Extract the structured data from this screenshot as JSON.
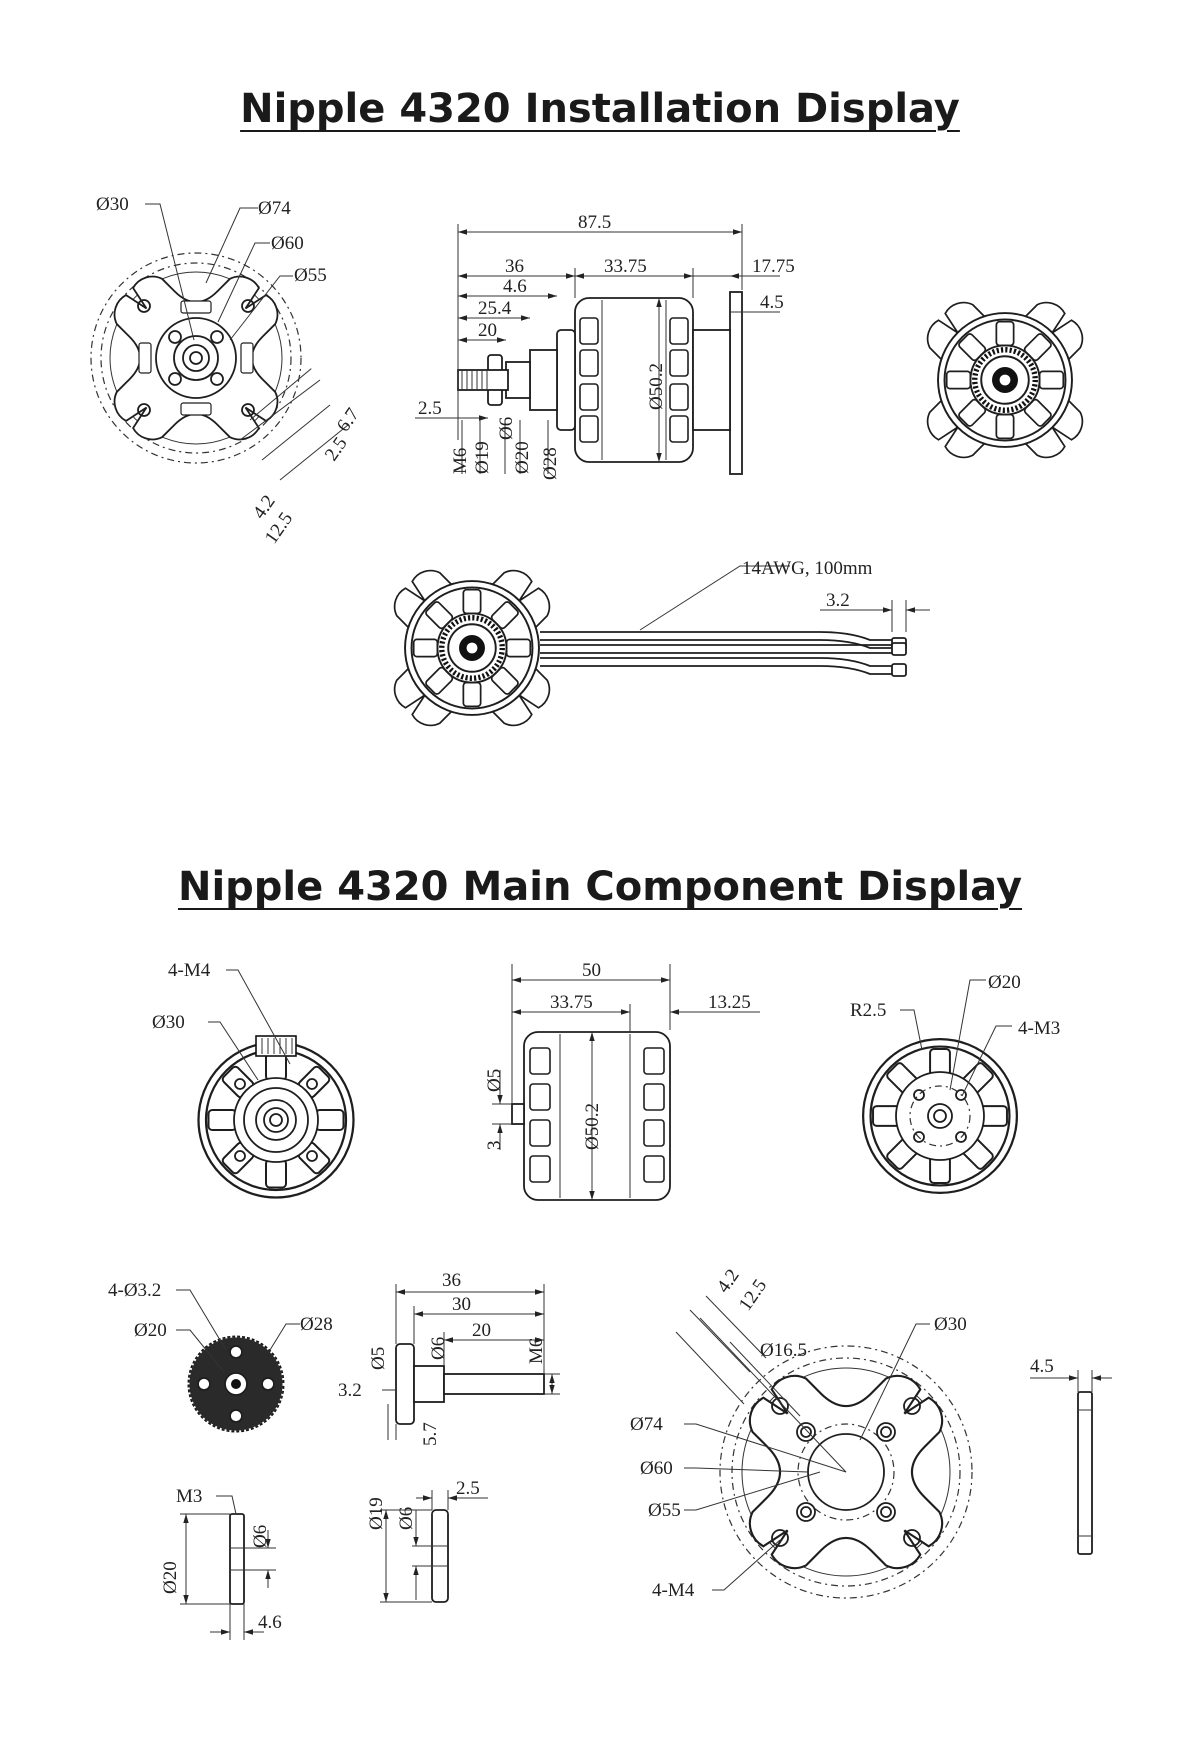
{
  "titles": {
    "installation": "Nipple 4320 Installation Display",
    "main_component": "Nipple 4320 Main Component Display"
  },
  "installation": {
    "front_view": {
      "d30": "Ø30",
      "d74": "Ø74",
      "d60": "Ø60",
      "d55": "Ø55",
      "d6_7": "6.7",
      "d2_5": "2.5",
      "d4_2": "4.2",
      "d12_5": "12.5"
    },
    "side_view": {
      "overall": "87.5",
      "d36": "36",
      "d33_75": "33.75",
      "d17_75": "17.75",
      "d4_6": "4.6",
      "d25_4": "25.4",
      "d20": "20",
      "d4_5": "4.5",
      "d2_5": "2.5",
      "m6": "M6",
      "phi19": "Ø19",
      "phi6": "Ø6",
      "phi20": "Ø20",
      "phi28": "Ø28",
      "phi50_2": "Ø50.2"
    },
    "wire_view": {
      "cable": "14AWG, 100mm",
      "d3_2": "3.2"
    }
  },
  "components": {
    "rotor": {
      "m4": "4-M4",
      "d30": "Ø30"
    },
    "side": {
      "d50": "50",
      "d33_75": "33.75",
      "d13_25": "13.25",
      "phi5": "Ø5",
      "d3": "3",
      "phi50_2": "Ø50.2"
    },
    "base": {
      "r2_5": "R2.5",
      "d20": "Ø20",
      "m3": "4-M3"
    },
    "prop_adapter": {
      "holes": "4-Ø3.2",
      "d20": "Ø20",
      "d28": "Ø28"
    },
    "shaft": {
      "d36": "36",
      "d30": "30",
      "d20": "20",
      "phi5": "Ø5",
      "phi6": "Ø6",
      "m6": "M6",
      "d3_2": "3.2",
      "d5_7": "5.7"
    },
    "nut": {
      "m3": "M3",
      "phi6": "Ø6",
      "phi20": "Ø20",
      "d4_6": "4.6"
    },
    "washer": {
      "phi19": "Ø19",
      "phi6": "Ø6",
      "d2_5": "2.5"
    },
    "mount": {
      "d4_2": "4.2",
      "d12_5": "12.5",
      "d16_5": "Ø16.5",
      "d30": "Ø30",
      "d74": "Ø74",
      "d60": "Ø60",
      "d55": "Ø55",
      "m4": "4-M4"
    },
    "plate": {
      "d4_5": "4.5"
    }
  }
}
